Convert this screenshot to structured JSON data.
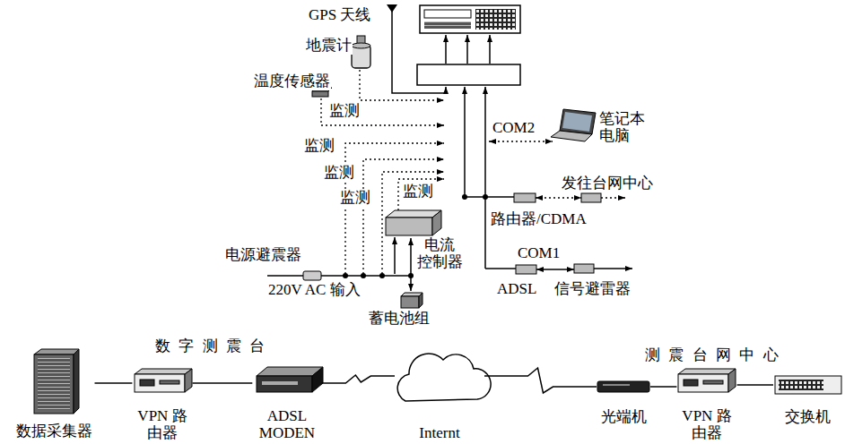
{
  "diagram": {
    "nodes": [
      {
        "text": [
          "数据采集器"
        ]
      },
      {
        "text": [
          "VPN 路由器"
        ]
      },
      {
        "text": [
          "ADSL MODEN"
        ]
      },
      {
        "text": [
          "Internt"
        ]
      },
      {
        "text": [
          "光端机"
        ]
      },
      {
        "text": [
          "VPN 路由器"
        ]
      },
      {
        "text": [
          "交换机"
        ]
      }
    ],
    "edges": [
      {
        "from": 0,
        "to": 1,
        "arrow": "none"
      },
      {
        "from": 1,
        "to": 2,
        "arrow": "none"
      },
      {
        "from": 2,
        "to": 3,
        "arrow": "none"
      },
      {
        "from": 3,
        "to": 4,
        "arrow": "none"
      },
      {
        "from": 4,
        "to": 5,
        "arrow": "none"
      },
      {
        "from": 5,
        "to": 6,
        "arrow": "none"
      }
    ],
    "labels": [
      "GPS 天线",
      "地震计",
      "温度传感器",
      "监测",
      "监测",
      "监测",
      "监测",
      "监测",
      "COM2",
      "笔记本 电脑",
      "发往台网中心",
      "路由器/CDMA",
      "电流 控制器",
      "电源避震器",
      "220V AC 输入",
      "蓄电池组",
      "COM1",
      "ADSL",
      "信号避雷器",
      "数字测震台",
      "测震台网中心"
    ]
  }
}
